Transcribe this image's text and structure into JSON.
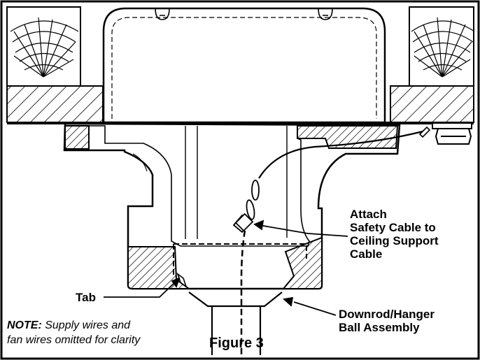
{
  "figure": {
    "title": "Figure 3"
  },
  "labels": {
    "attach_safety_cable": [
      "Attach",
      "Safety Cable to",
      "Ceiling Support",
      "Cable"
    ],
    "downrod_hanger": [
      "Downrod/Hanger",
      "Ball Assembly"
    ],
    "tab": "Tab"
  },
  "note": {
    "prefix": "NOTE:",
    "text_line1": " Supply wires and",
    "text_line2": "fan wires omitted for clarity"
  }
}
